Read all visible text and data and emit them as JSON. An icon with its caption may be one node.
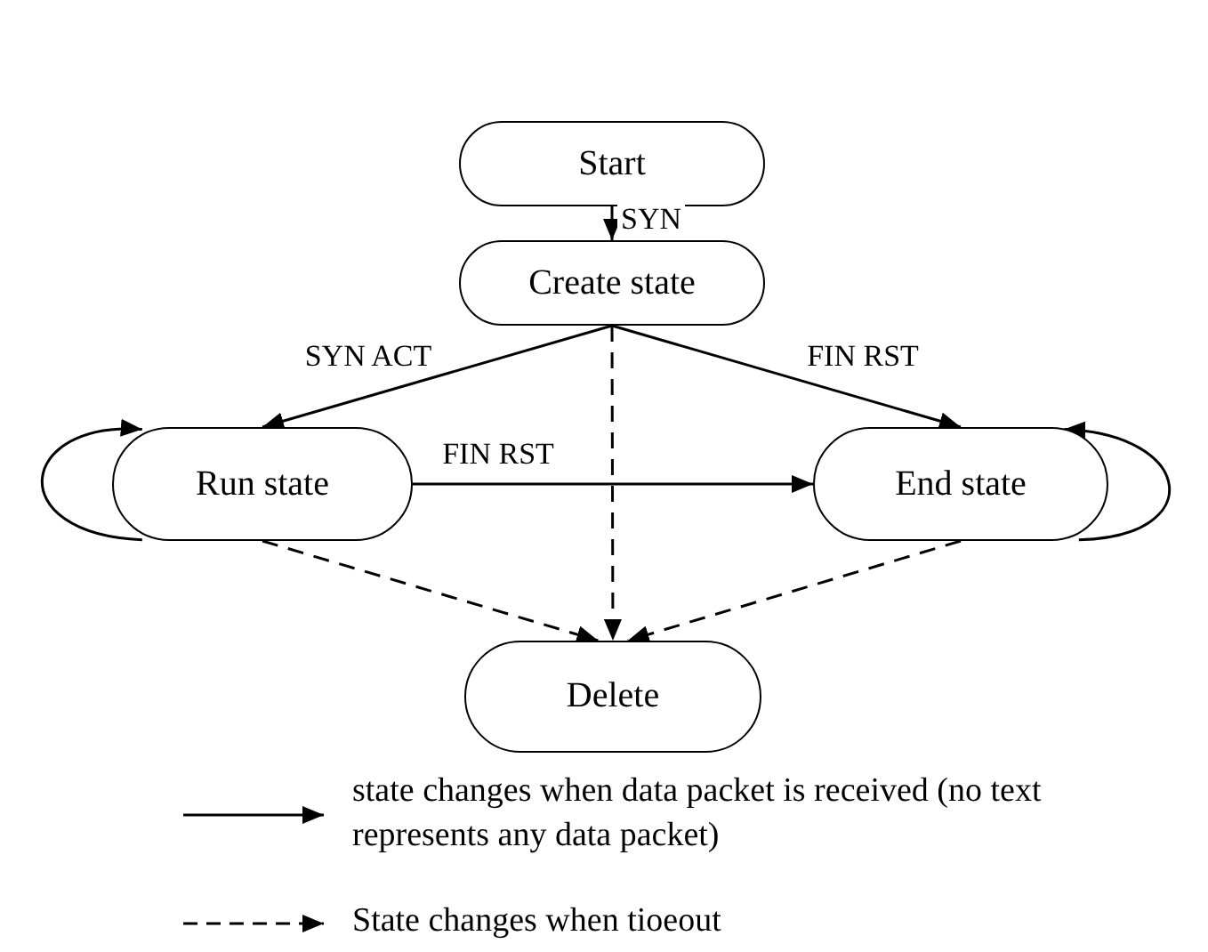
{
  "diagram": {
    "nodes": [
      {
        "text": [
          "Start"
        ]
      },
      {
        "text": [
          "Create state"
        ]
      },
      {
        "text": [
          "Run state"
        ]
      },
      {
        "text": [
          "End state"
        ]
      },
      {
        "text": [
          "Delete"
        ]
      }
    ],
    "edges": [
      {
        "from": 0,
        "to": 1,
        "arrow": "to",
        "label": "SYN"
      },
      {
        "from": 1,
        "to": 2,
        "arrow": "to",
        "label": "SYN ACT"
      },
      {
        "from": 1,
        "to": 3,
        "arrow": "to",
        "label": "FIN RST"
      },
      {
        "from": 2,
        "to": 3,
        "arrow": "to",
        "label": "FIN RST"
      },
      {
        "from": 2,
        "to": 2,
        "arrow": "to"
      },
      {
        "from": 3,
        "to": 3,
        "arrow": "to"
      },
      {
        "from": 2,
        "to": 4,
        "arrow": "to",
        "style": "dashed"
      },
      {
        "from": 1,
        "to": 4,
        "arrow": "to",
        "style": "dashed"
      },
      {
        "from": 3,
        "to": 4,
        "arrow": "to",
        "style": "dashed"
      }
    ],
    "legend": [
      {
        "text": "state changes when data packet is received (no text represents any data packet)"
      },
      {
        "text": "State changes when tioeout"
      }
    ]
  }
}
